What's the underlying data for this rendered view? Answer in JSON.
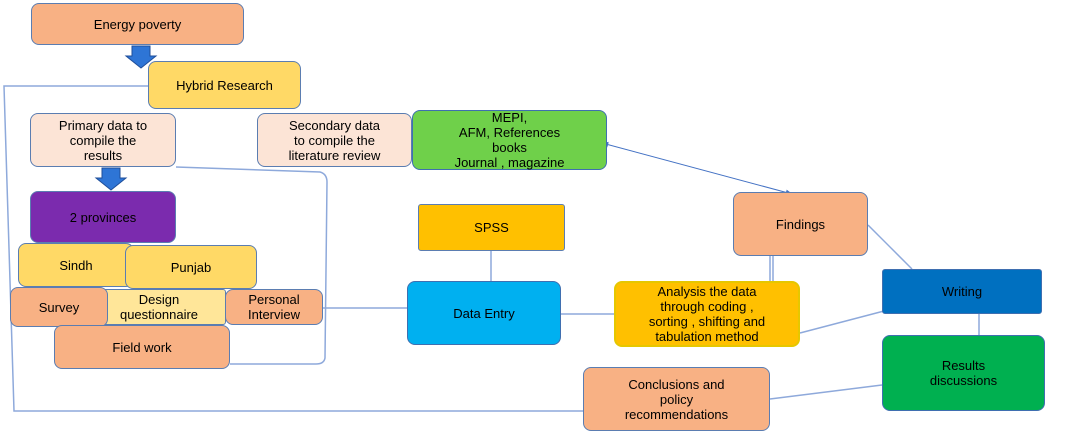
{
  "nodes": {
    "energy_poverty": "Energy poverty",
    "hybrid_research": "Hybrid Research",
    "primary_data": "Primary data to\ncompile the\nresults",
    "secondary_data": "Secondary data\nto compile the\nliterature review",
    "sources": "MEPI,\nAFM, References\nbooks\nJournal , magazine",
    "provinces": "2 provinces",
    "sindh": "Sindh",
    "punjab": "Punjab",
    "survey": "Survey",
    "design_questionnaire": "Design\nquestionnaire",
    "personal_interview": "Personal\nInterview",
    "field_work": "Field work",
    "spss": "SPSS",
    "data_entry": "Data Entry",
    "analysis": "Analysis the data\nthrough coding ,\nsorting , shifting and\ntabulation method",
    "findings": "Findings",
    "writing": "Writing",
    "results_discussions": "Results\ndiscussions",
    "conclusions": "Conclusions and\npolicy\nrecommendations"
  },
  "colors": {
    "connector": "#8EA9DB",
    "arrow_fill": "#2E75D6"
  }
}
